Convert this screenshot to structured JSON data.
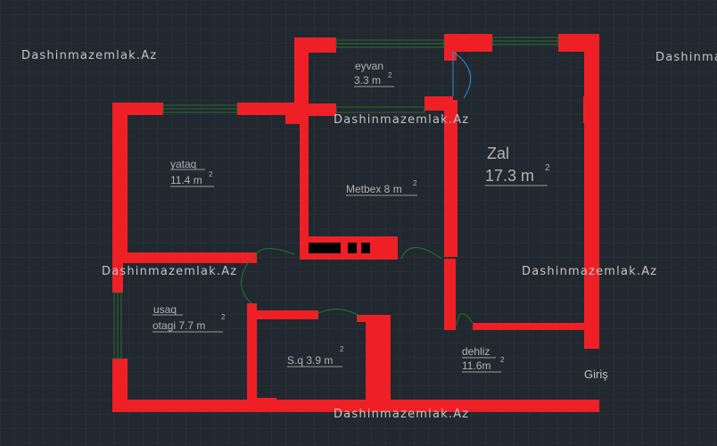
{
  "watermark": "Dashinmazemlak.Az",
  "rooms": {
    "eyvan": {
      "name": "eyvan",
      "area": "3.3 m",
      "sup": "2"
    },
    "yataq": {
      "name": "yataq",
      "area": "11.4 m",
      "sup": "2"
    },
    "metbex": {
      "name": "Metbex 8 m",
      "sup": "2"
    },
    "zal": {
      "name": "Zal",
      "area": "17.3 m",
      "sup": "2"
    },
    "usaq": {
      "name": "usaq",
      "area": "otagi 7.7  m",
      "sup": "2"
    },
    "sq": {
      "name": "S.q 3.9 m",
      "sup": "2"
    },
    "dehliz": {
      "name": "dehliz",
      "area": "11.6m",
      "sup": "2"
    }
  },
  "entrance": "Giriş",
  "colors": {
    "background": "#212830",
    "grid": "#2a323b",
    "wall": "#ee2026",
    "window": "#2e6b2e",
    "door": "#1f7a2f",
    "door_blue": "#3a8ccf",
    "label": "#b3b3b3"
  }
}
